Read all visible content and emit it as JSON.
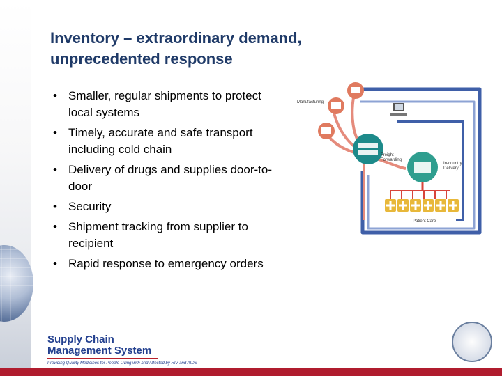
{
  "slide": {
    "title_line1": "Inventory – extraordinary demand,",
    "title_line2": "unprecedented response",
    "bullets": [
      {
        "text": "Smaller, regular shipments to protect local systems"
      },
      {
        "text": "Timely, accurate and safe transport including cold chain"
      },
      {
        "text": "Delivery of drugs and supplies door-to-door"
      },
      {
        "text": "Security"
      },
      {
        "text": "Shipment tracking from supplier to recipient"
      },
      {
        "text": "Rapid response to emergency orders"
      }
    ]
  },
  "diagram": {
    "manufacturing": "Manufacturing",
    "freight_line1": "Freight",
    "freight_line2": "Forwarding",
    "incountry_line1": "In-country",
    "incountry_line2": "Delivery",
    "patient_care": "Patient Care",
    "colors": {
      "factory_orange": "#e07a5f",
      "freight_teal": "#1d8a8a",
      "delivery_green": "#2f9e8f",
      "care_gold": "#e8b83a",
      "flow_blue": "#3f5fa8",
      "flow_red": "#d8453b"
    }
  },
  "footer": {
    "logo_line1": "Supply Chain",
    "logo_line2": "Management System",
    "logo_tagline": "Providing Quality Medicines for People Living with and Affected by HIV and AIDS",
    "accent_color": "#b01c2e"
  }
}
